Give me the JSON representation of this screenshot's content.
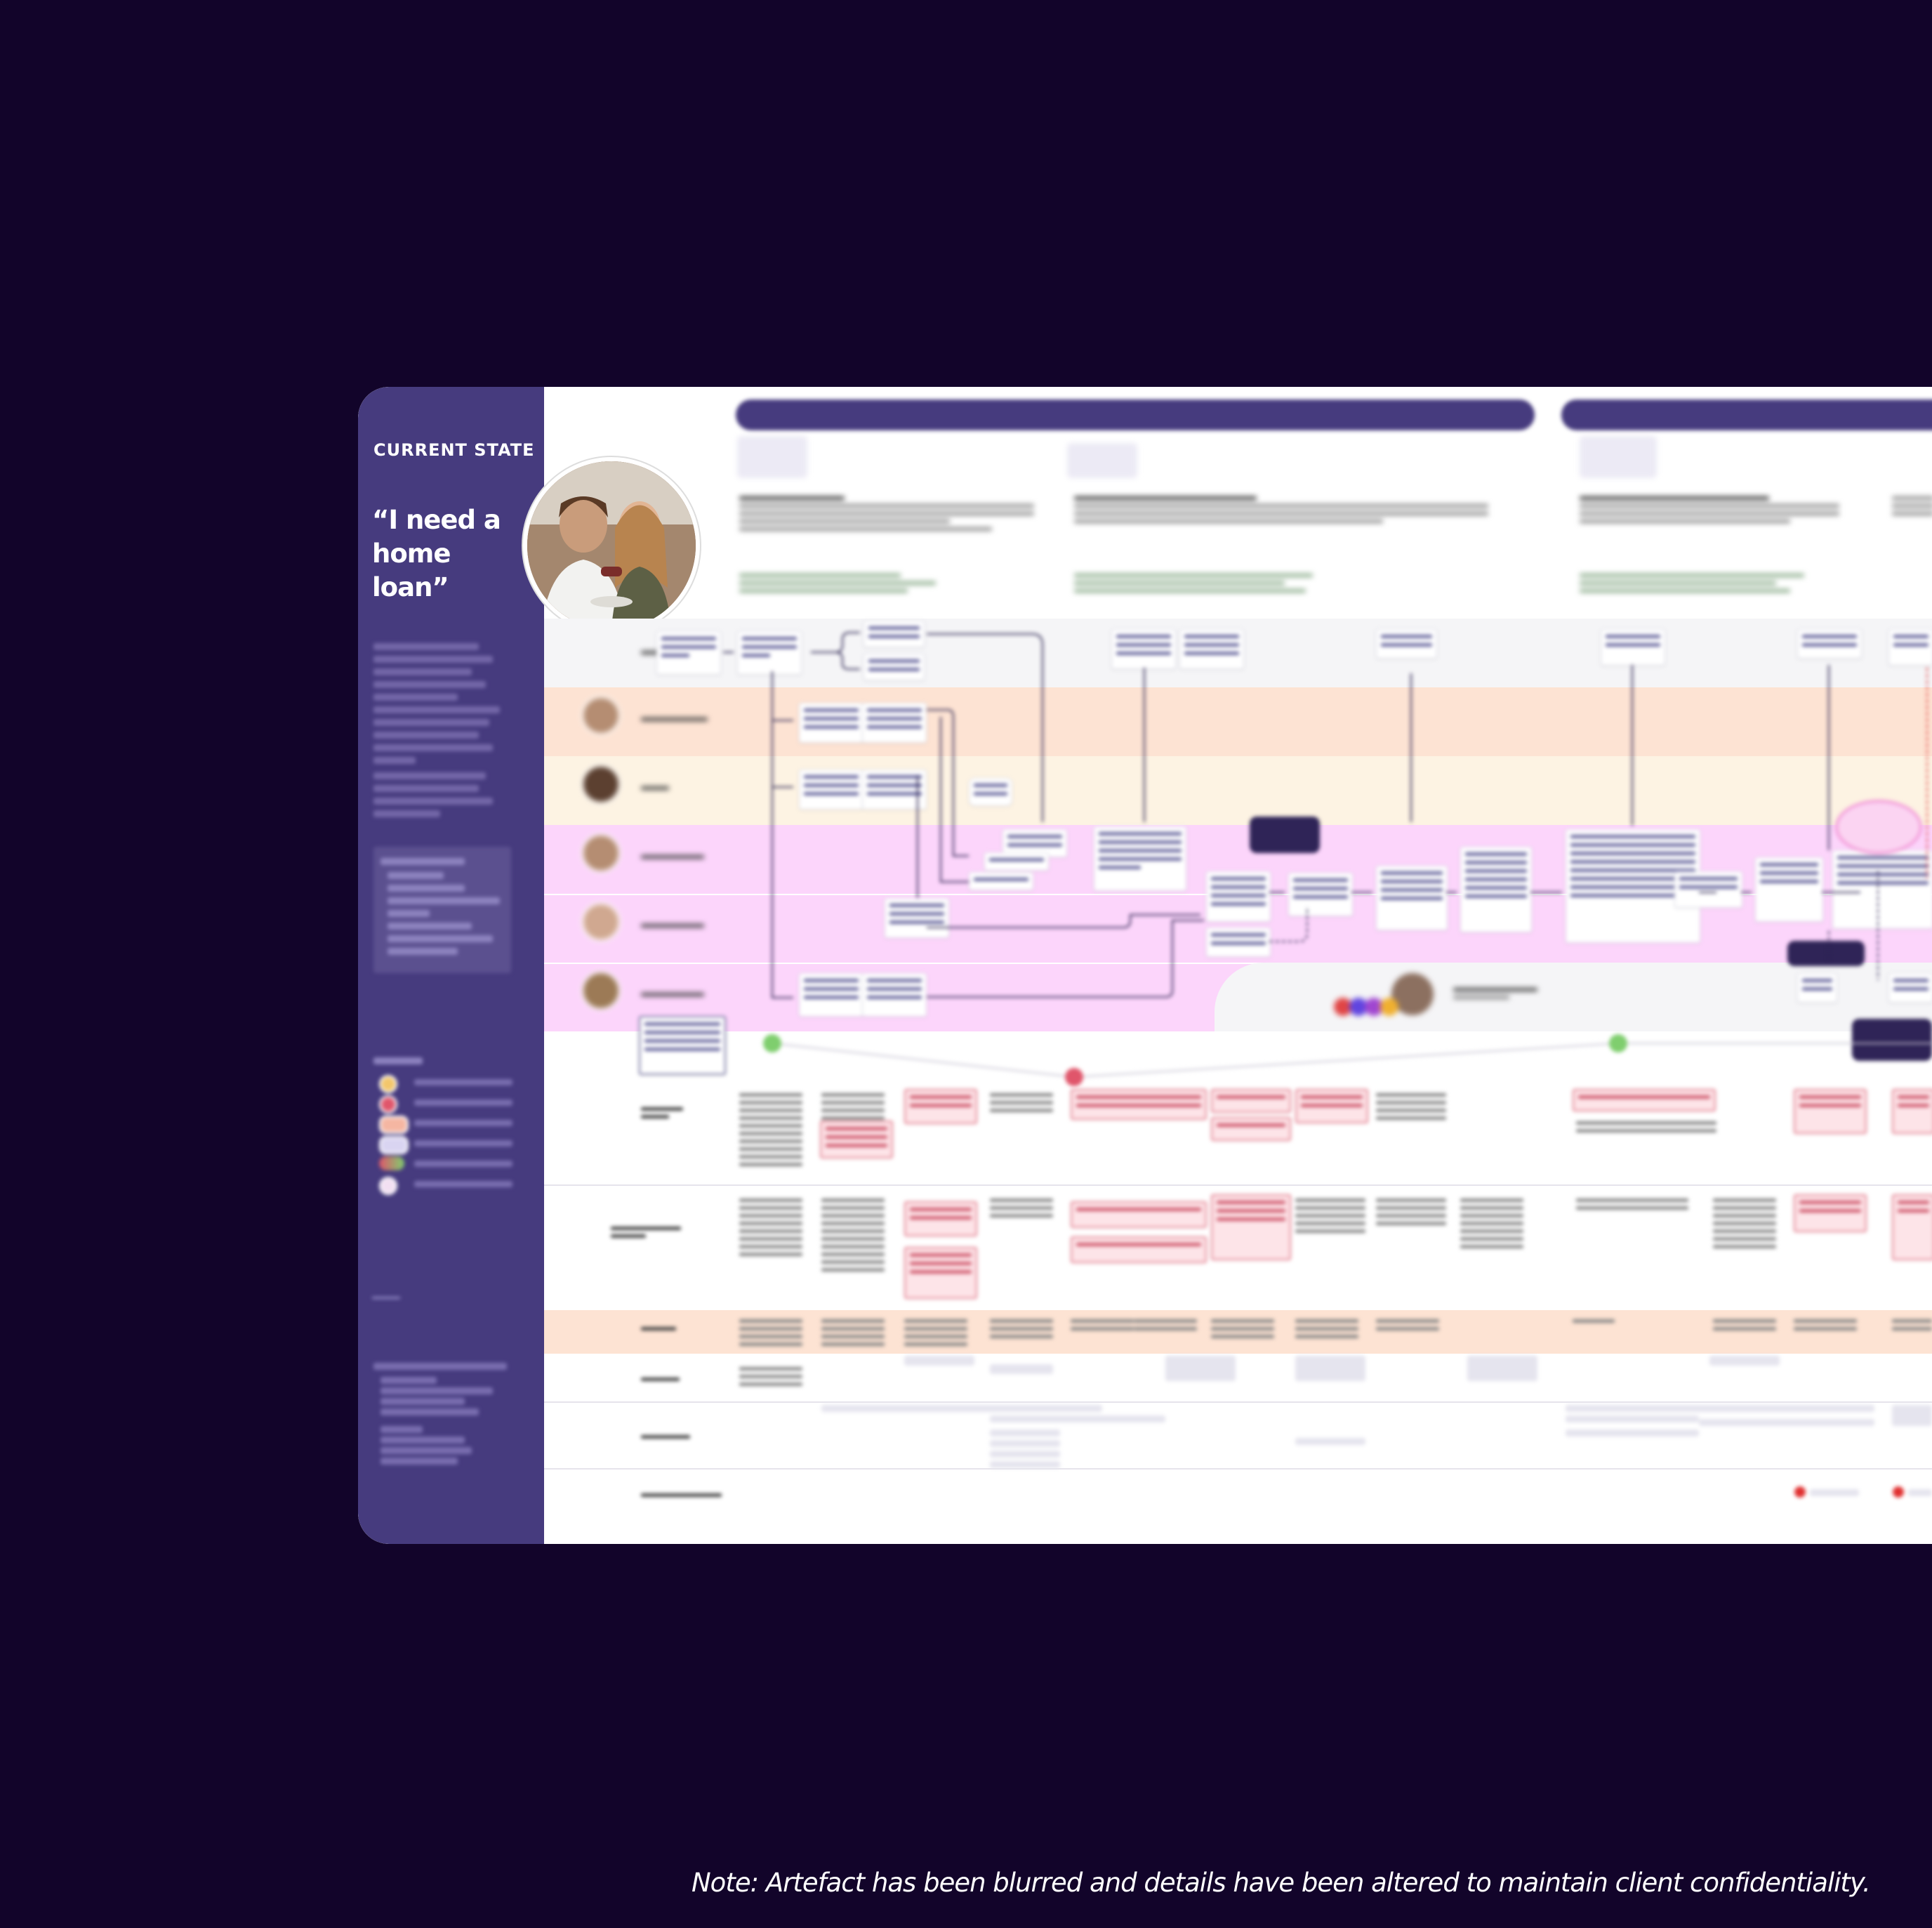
{
  "sidebar": {
    "label": "CURRENT STATE",
    "quote": "“I need a home loan”"
  },
  "footer": {
    "note": "Note: Artefact has been blurred and details have been altered to maintain client confidentiality."
  },
  "colors": {
    "background": "#12042a",
    "sidebar": "#463b7e",
    "phase_bar": "#463b7e",
    "lane_contact": "#fde3d3",
    "lane_branch": "#fdf3e3",
    "lane_lender": "#fcd5fb",
    "pain_point": "#e07a8a",
    "positive": "#7fce6e"
  },
  "icons": [
    "avatar-photo-icon",
    "arrow-left-icon",
    "pain-point-dot-icon",
    "moment-dot-icon"
  ]
}
